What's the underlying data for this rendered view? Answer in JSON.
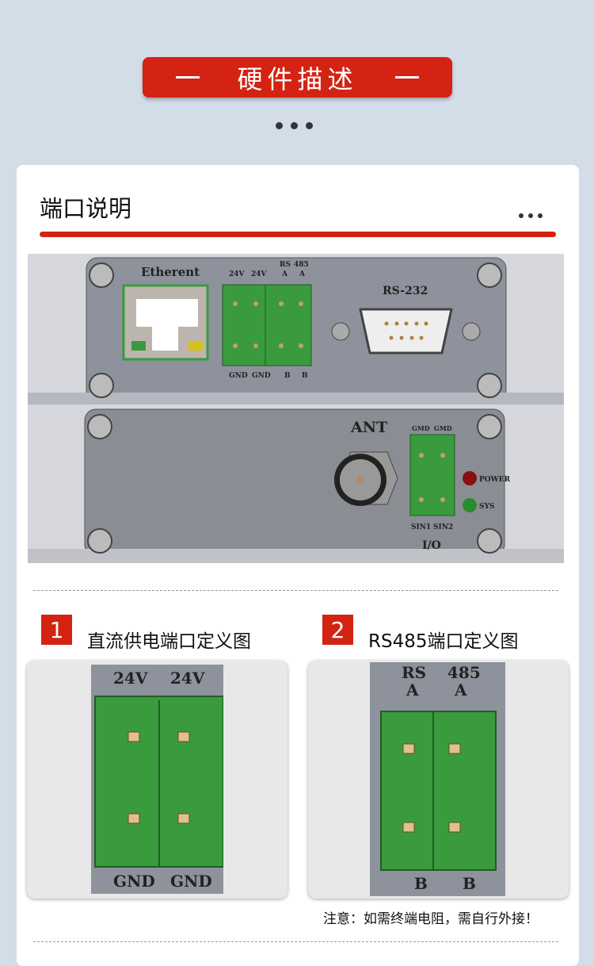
{
  "header": {
    "title": "硬件描述"
  },
  "section": {
    "title": "端口说明"
  },
  "device": {
    "ethernet_label": "Etherent",
    "v24": "24V",
    "rs": "RS",
    "n485": "485",
    "a": "A",
    "b": "B",
    "gnd": "GND",
    "rs232_label": "RS-232",
    "ant_label": "ANT",
    "gmd": "GMD",
    "sin1": "SIN1",
    "sin2": "SIN2",
    "io_label": "I/O",
    "power_label": "POWER",
    "sys_label": "SYS"
  },
  "diagrams": [
    {
      "number": "1",
      "title": "直流供电端口定义图"
    },
    {
      "number": "2",
      "title": "RS485端口定义图"
    }
  ],
  "note": "注意：如需终端电阻，需自行外接！",
  "colors": {
    "accent": "#d42313",
    "connector": "#3a9a3e",
    "background": "#d3dde8"
  }
}
